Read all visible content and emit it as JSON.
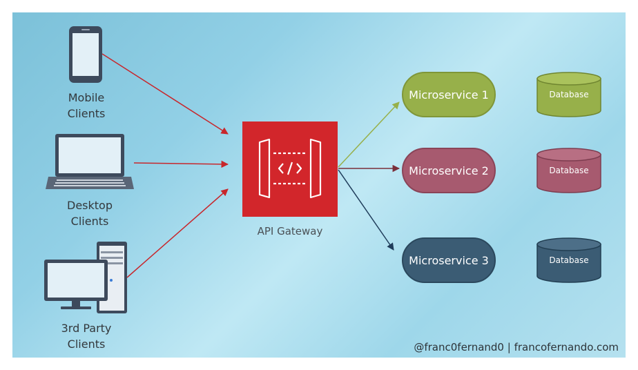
{
  "clients": [
    {
      "id": "mobile",
      "label_line1": "Mobile",
      "label_line2": "Clients"
    },
    {
      "id": "desktop",
      "label_line1": "Desktop",
      "label_line2": "Clients"
    },
    {
      "id": "third-party",
      "label_line1": "3rd Party",
      "label_line2": "Clients"
    }
  ],
  "gateway": {
    "label": "API Gateway",
    "color": "#d2262b"
  },
  "services": [
    {
      "name": "Microservice 1",
      "db_label": "Database",
      "color": "#97b04a"
    },
    {
      "name": "Microservice 2",
      "db_label": "Database",
      "color": "#a75a6f"
    },
    {
      "name": "Microservice 3",
      "db_label": "Database",
      "color": "#3b5c74"
    }
  ],
  "credit": "@franc0fernand0 | francofernando.com"
}
